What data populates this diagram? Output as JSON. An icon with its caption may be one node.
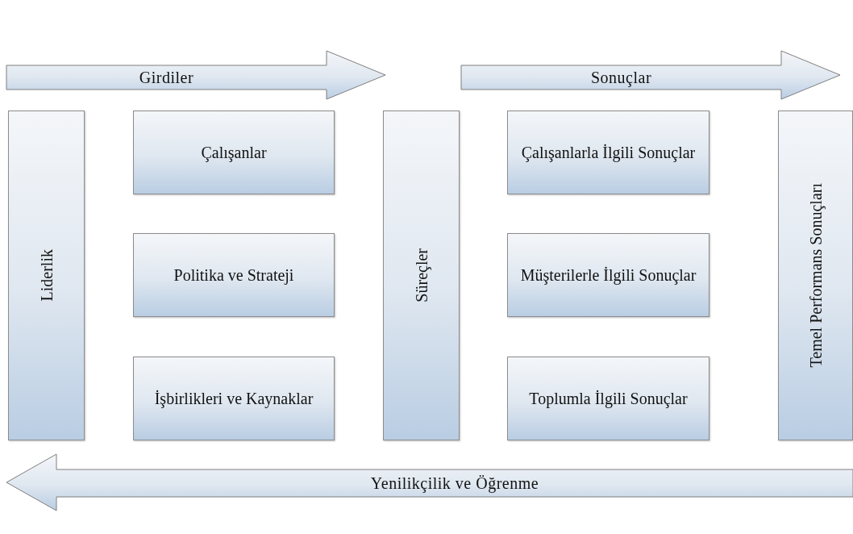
{
  "diagram": {
    "nodes": [
      {
        "text": [
          "Girdiler"
        ]
      },
      {
        "text": [
          "Sonuçlar"
        ]
      },
      {
        "text": [
          "Liderlik"
        ]
      },
      {
        "text": [
          "Çalışanlar"
        ]
      },
      {
        "text": [
          "Politika ve Strateji"
        ]
      },
      {
        "text": [
          "İşbirlikleri ve Kaynaklar"
        ]
      },
      {
        "text": [
          "Süreçler"
        ]
      },
      {
        "text": [
          "Çalışanlarla İlgili Sonuçlar"
        ]
      },
      {
        "text": [
          "Müşterilerle İlgili Sonuçlar"
        ]
      },
      {
        "text": [
          "Toplumla İlgili Sonuçlar"
        ]
      },
      {
        "text": [
          "Temel Performans Sonuçları"
        ]
      },
      {
        "text": [
          "Yenilikçilik ve Öğrenme"
        ]
      }
    ]
  }
}
